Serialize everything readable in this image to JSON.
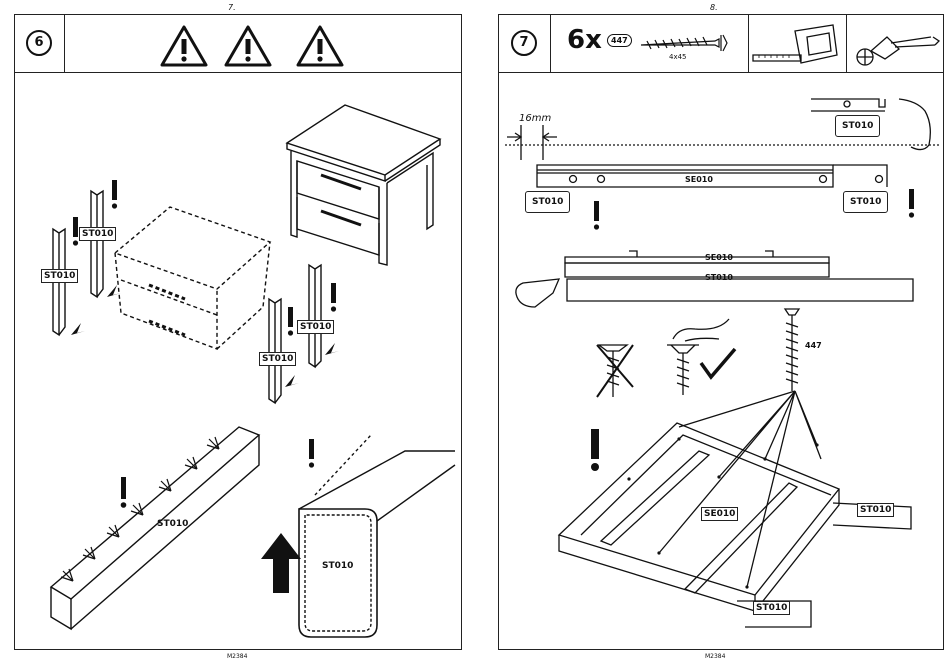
{
  "left_page": {
    "page_number": "7.",
    "step_number": "6",
    "part_labels": [
      "ST010",
      "ST010",
      "ST010",
      "ST010",
      "ST010",
      "ST010"
    ],
    "warnings": 3,
    "footer": "M2384"
  },
  "right_page": {
    "page_number": "8.",
    "step_number": "7",
    "screw_quantity": "6x",
    "screw_code": "447",
    "screw_size": "4x45",
    "label_16mm": "16mm",
    "st010_label": "ST010",
    "se010_label": "SE010",
    "callout_447": "447",
    "footer": "M2384"
  }
}
